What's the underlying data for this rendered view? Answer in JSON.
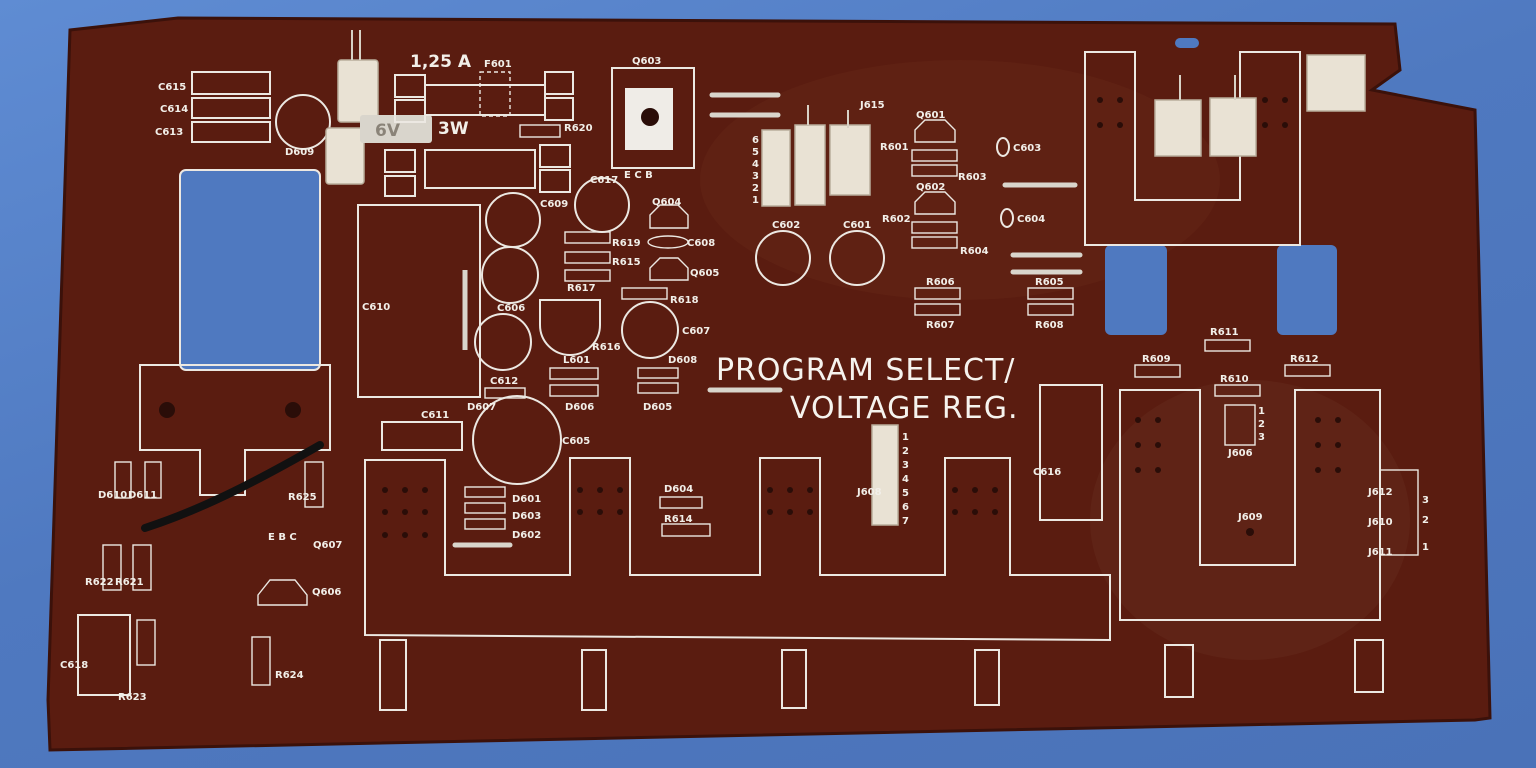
{
  "board": {
    "title_line1": "PROGRAM SELECT/",
    "title_line2": "VOLTAGE REG.",
    "fuse_rating": "1,25 A",
    "power_rating": "3W",
    "label_6v": "6V"
  },
  "colors": {
    "board": "#5a1c10",
    "board_edge": "#3b110a",
    "silkscreen": "#ece8e2",
    "background": "#4f79c0",
    "connector": "#e9e2d4"
  },
  "labels": {
    "c615": "C615",
    "c614": "C614",
    "c613": "C613",
    "d609": "D609",
    "f601": "F601",
    "r620": "R620",
    "q603": "Q603",
    "ecb": "E C B",
    "c617": "C617",
    "c609": "C609",
    "c610": "C610",
    "q604": "Q604",
    "c608": "C608",
    "r619": "R619",
    "r615": "R615",
    "q605": "Q605",
    "r617": "R617",
    "r618": "R618",
    "c606": "C606",
    "c607": "C607",
    "r616": "R616",
    "l601": "L601",
    "d608": "D608",
    "c612": "C612",
    "d607": "D607",
    "d606": "D606",
    "d605": "D605",
    "c611": "C611",
    "c605": "C605",
    "j615": "J615",
    "q601": "Q601",
    "r601": "R601",
    "r603": "R603",
    "q602": "Q602",
    "r602": "R602",
    "r604": "R604",
    "c603": "C603",
    "c604": "C604",
    "c602": "C602",
    "c601": "C601",
    "r606": "R606",
    "r607": "R607",
    "r605": "R605",
    "r608": "R608",
    "r611": "R611",
    "r609": "R609",
    "r612": "R612",
    "r610": "R610",
    "j606": "J606",
    "j609": "J609",
    "c616": "C616",
    "j608": "J608",
    "d604": "D604",
    "r614": "R614",
    "d601": "D601",
    "d603": "D603",
    "d602": "D602",
    "d610": "D610",
    "d611": "D611",
    "r625": "R625",
    "e_b_c": "E  B  C",
    "q607": "Q607",
    "r622": "R622",
    "r621": "R621",
    "q606": "Q606",
    "r624": "R624",
    "c618": "C618",
    "r623": "R623",
    "j611": "J611",
    "j610": "J610",
    "j612": "J612"
  },
  "pin_numbers": {
    "j615_pins": [
      "6",
      "5",
      "4",
      "3",
      "2",
      "1"
    ],
    "j608_pins": [
      "1",
      "2",
      "3",
      "4",
      "5",
      "6",
      "7"
    ],
    "j606_pins": [
      "1",
      "2",
      "3"
    ],
    "j610_pins": [
      "3",
      "2",
      "1"
    ]
  }
}
